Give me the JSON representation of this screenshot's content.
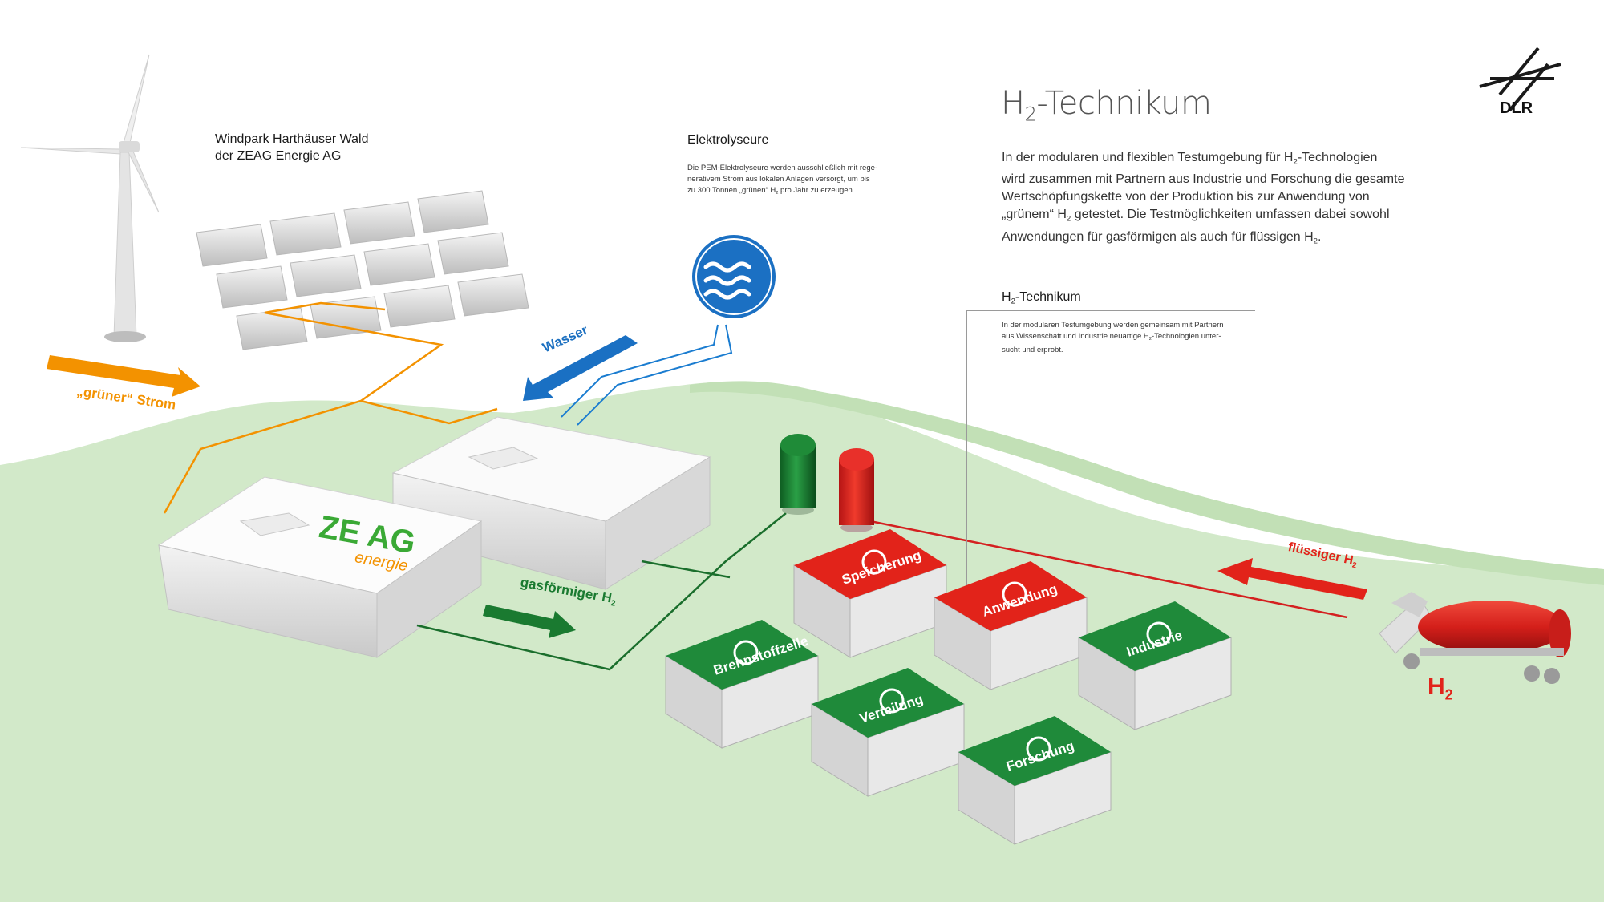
{
  "header": {
    "title_main": "H",
    "title_sub": "2",
    "title_rest": "-Technikum",
    "intro_paragraph": [
      {
        "a": "In der modularen und flexiblen Testumgebung für H",
        "s": "2",
        "b": "-Technologien"
      },
      {
        "a": "wird zusammen mit Partnern aus Industrie und Forschung die gesamte",
        "s": "",
        "b": ""
      },
      {
        "a": "Wertschöpfungskette von der Produktion bis zur Anwendung von",
        "s": "",
        "b": ""
      },
      {
        "a": "„grünem“ H",
        "s": "2",
        "b": " getestet. Die Testmöglichkeiten umfassen dabei sowohl"
      },
      {
        "a": "Anwendungen für gasförmigen als auch für flüssigen H",
        "s": "2",
        "b": "."
      }
    ]
  },
  "logo": {
    "text": "DLR",
    "icon": "dlr-logo-icon"
  },
  "windpark": {
    "line1": "Windpark Harthäuser Wald",
    "line2": "der ZEAG Energie AG"
  },
  "elektrolyseure": {
    "heading": "Elektrolyseure",
    "text": [
      {
        "a": "Die PEM-Elektrolyseure werden ausschließlich mit rege-",
        "s": "",
        "b": ""
      },
      {
        "a": "nerativem Strom aus lokalen Anlagen versorgt, um bis",
        "s": "",
        "b": ""
      },
      {
        "a": "zu 300 Tonnen „grünen“ H",
        "s": "2",
        "b": " pro Jahr zu erzeugen."
      }
    ]
  },
  "technikum_callout": {
    "heading_main": "H",
    "heading_sub": "2",
    "heading_rest": "-Technikum",
    "text": [
      {
        "a": "In der modularen Testumgebung werden gemeinsam mit Partnern",
        "s": "",
        "b": ""
      },
      {
        "a": "aus Wissenschaft und Industrie neuartige H",
        "s": "2",
        "b": "-Technologien unter-"
      },
      {
        "a": "sucht und erprobt.",
        "s": "",
        "b": ""
      }
    ]
  },
  "flows": {
    "strom": "„grüner“ Strom",
    "wasser": "Wasser",
    "gas_main": "gasförmiger H",
    "gas_sub": "2",
    "fluessig_main": "flüssiger H",
    "fluessig_sub": "2",
    "h2_main": "H",
    "h2_sub": "2"
  },
  "zeag": {
    "line1": "ZE AG",
    "line2": "energie"
  },
  "modules": [
    {
      "label": "Speicherung",
      "roof": "red",
      "icon": "storage-icon"
    },
    {
      "label": "Anwendung",
      "roof": "red",
      "icon": "gears-icon"
    },
    {
      "label": "Industrie",
      "roof": "green",
      "icon": "factory-icon"
    },
    {
      "label": "Brennstoffzelle",
      "roof": "green",
      "icon": "fuel-cell-icon"
    },
    {
      "label": "Verteilung",
      "roof": "green",
      "icon": "distribution-icon"
    },
    {
      "label": "Forschung",
      "roof": "green",
      "icon": "microscope-icon"
    }
  ],
  "colors": {
    "ground": "#cfe8c6",
    "green_roof": "#1f8a3a",
    "red_roof": "#e2231a",
    "orange": "#f39200",
    "blue": "#1a6fc0",
    "dark_green_line": "#1a6e2c",
    "red_line": "#d42020"
  }
}
